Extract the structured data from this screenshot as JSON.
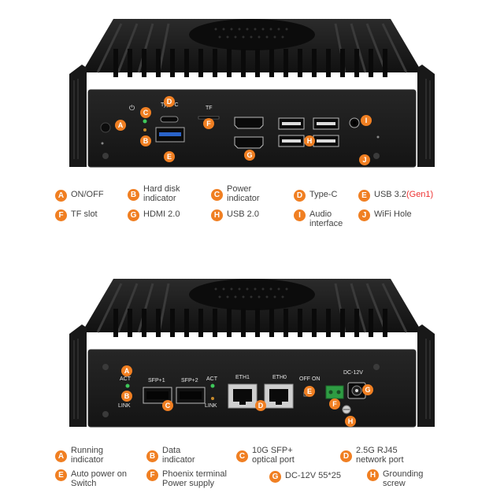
{
  "front": {
    "port_labels": {
      "power": "⏻",
      "typec": "Type-C",
      "tf": "TF"
    },
    "callouts": [
      "A",
      "B",
      "C",
      "D",
      "E",
      "F",
      "G",
      "H",
      "I",
      "J"
    ],
    "legend": [
      {
        "letter": "A",
        "text": "ON/OFF"
      },
      {
        "letter": "B",
        "text": "Hard disk\nindicator"
      },
      {
        "letter": "C",
        "text": "Power\nindicator"
      },
      {
        "letter": "D",
        "text": "Type-C"
      },
      {
        "letter": "E",
        "text": "USB 3.2",
        "suffix": "(Gen1)"
      },
      {
        "letter": "F",
        "text": "TF slot"
      },
      {
        "letter": "G",
        "text": "HDMI 2.0"
      },
      {
        "letter": "H",
        "text": "USB 2.0"
      },
      {
        "letter": "I",
        "text": "Audio\ninterface"
      },
      {
        "letter": "J",
        "text": "WiFi Hole"
      }
    ]
  },
  "back": {
    "port_labels": {
      "act_left": "ACT",
      "link_left": "LINK",
      "sfp1": "SFP+1",
      "sfp2": "SFP+2",
      "act_right": "ACT",
      "link_right": "LINK",
      "eth1": "ETH1",
      "eth0": "ETH0",
      "offon": "OFF ON",
      "dc": "DC-12V"
    },
    "callouts": [
      "A",
      "B",
      "C",
      "D",
      "E",
      "F",
      "G",
      "H"
    ],
    "legend": [
      {
        "letter": "A",
        "text": "Running\nindicator"
      },
      {
        "letter": "B",
        "text": "Data\nindicator"
      },
      {
        "letter": "C",
        "text": "10G SFP+\noptical port"
      },
      {
        "letter": "D",
        "text": "2.5G RJ45\nnetwork port"
      },
      {
        "letter": "E",
        "text": "Auto power on\nSwitch"
      },
      {
        "letter": "F",
        "text": "Phoenix terminal\nPower supply"
      },
      {
        "letter": "G",
        "text": "DC-12V 55*25"
      },
      {
        "letter": "H",
        "text": "Grounding\nscrew"
      }
    ]
  },
  "colors": {
    "accent": "#f07f22",
    "chassis": "#1a1a1a",
    "panel": "#202020"
  }
}
